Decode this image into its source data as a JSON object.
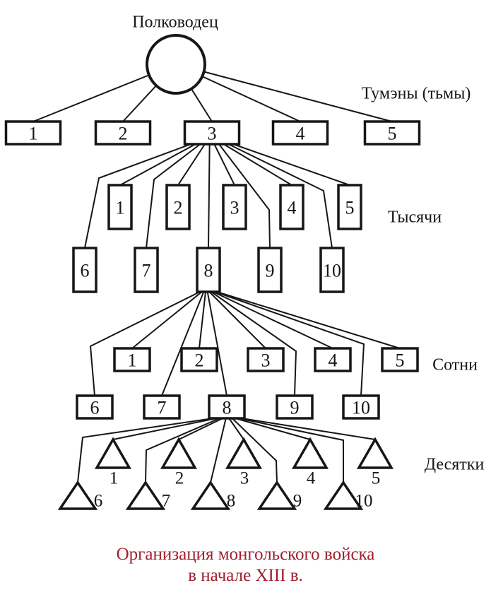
{
  "commander": {
    "label": "Полководец"
  },
  "levels": [
    {
      "id": "tumeny",
      "label": "Тумэны (тьмы)",
      "shape": "hrect",
      "units": [
        "1",
        "2",
        "3",
        "4",
        "5"
      ]
    },
    {
      "id": "tysyachi",
      "label": "Тысячи",
      "shape": "vrect",
      "units": [
        "1",
        "2",
        "3",
        "4",
        "5",
        "6",
        "7",
        "8",
        "9",
        "10"
      ]
    },
    {
      "id": "sotni",
      "label": "Сотни",
      "shape": "hrect",
      "units": [
        "1",
        "2",
        "3",
        "4",
        "5",
        "6",
        "7",
        "8",
        "9",
        "10"
      ]
    },
    {
      "id": "desyatki",
      "label": "Десятки",
      "shape": "triangle",
      "units": [
        "1",
        "2",
        "3",
        "4",
        "5",
        "6",
        "7",
        "8",
        "9",
        "10"
      ]
    }
  ],
  "caption": {
    "line1": "Организация монгольского войска",
    "line2": "в начале XIII в."
  },
  "colors": {
    "ink": "#161616",
    "caption_red": "#A21E2D",
    "background": "#ffffff"
  }
}
